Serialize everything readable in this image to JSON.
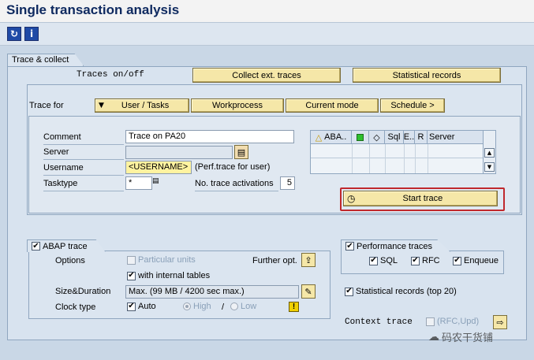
{
  "title": "Single transaction analysis",
  "toolbar": {
    "refresh_icon": "refresh-icon",
    "info_icon": "info-icon"
  },
  "trace_collect": {
    "group_label": "Trace & collect",
    "traces_onoff_label": "Traces on/off",
    "collect_ext_traces_label": "Collect ext. traces",
    "statistical_records_label": "Statistical records"
  },
  "trace_for": {
    "label": "Trace for",
    "tabs": [
      "User / Tasks",
      "Workprocess",
      "Current mode",
      "Schedule >"
    ],
    "comment_label": "Comment",
    "comment_value": "Trace on PA20",
    "server_label": "Server",
    "server_value": "",
    "username_label": "Username",
    "username_value": "<USERNAME>",
    "username_hint": "(Perf.trace for user)",
    "tasktype_label": "Tasktype",
    "tasktype_value": "*",
    "activations_label": "No. trace activations",
    "activations_value": "5",
    "grid_headers": [
      "ABA..",
      "",
      "",
      "Sql",
      "E..",
      "R",
      "Server"
    ],
    "start_trace_label": "Start trace"
  },
  "abap_trace": {
    "label": "ABAP trace",
    "checked": true,
    "options_label": "Options",
    "particular_units_label": "Particular units",
    "particular_units_checked": false,
    "further_opt_label": "Further opt.",
    "internal_tables_label": "with internal tables",
    "internal_tables_checked": true,
    "size_duration_label": "Size&Duration",
    "size_duration_value": "Max. (99 MB / 4200 sec max.)",
    "clock_type_label": "Clock type",
    "auto_label": "Auto",
    "auto_checked": true,
    "high_label": "High",
    "slash": "/",
    "low_label": "Low",
    "selected_clock": "High"
  },
  "performance_traces": {
    "label": "Performance traces",
    "checked": true,
    "sql_label": "SQL",
    "rfc_label": "RFC",
    "enqueue_label": "Enqueue",
    "stat_records_label": "Statistical records (top 20)",
    "stat_records_checked": true,
    "context_trace_label": "Context trace",
    "rfc_upd_label": "(RFC,Upd)",
    "rfc_upd_checked": false
  },
  "watermark": "码农干货铺",
  "colors": {
    "title": "#0f2a60",
    "button_bg": "#f5e7a8",
    "highlight_border": "#c0282d",
    "background": "#c9d7e6"
  }
}
